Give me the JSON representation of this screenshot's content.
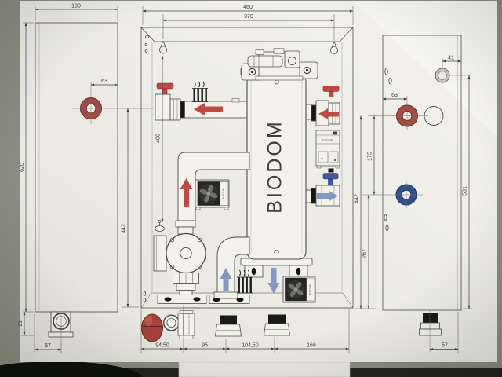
{
  "drawing": {
    "brand": "BIODOM",
    "views": {
      "left": {
        "width": "180",
        "height": "620",
        "port_offset": "63",
        "foot_height": "23",
        "foot_offset": "57"
      },
      "front": {
        "overall_width": "460",
        "mounting_width": "370",
        "mounting_height": "400",
        "pipe_center_height": "442",
        "base_offsets": [
          "94,50",
          "95",
          "104,50",
          "166"
        ]
      },
      "right": {
        "gland_offset": "41",
        "panel_height": "531",
        "port_offset": "63",
        "port_spacing": "175",
        "supply_height": "442",
        "return_height": "267",
        "foot_offset": "57"
      }
    },
    "colors": {
      "supply_red": "#bf4a42",
      "return_blue": "#8099c2",
      "valve_blue": "#40589d",
      "paper": "#edece6",
      "background": "#8b8d80"
    }
  }
}
